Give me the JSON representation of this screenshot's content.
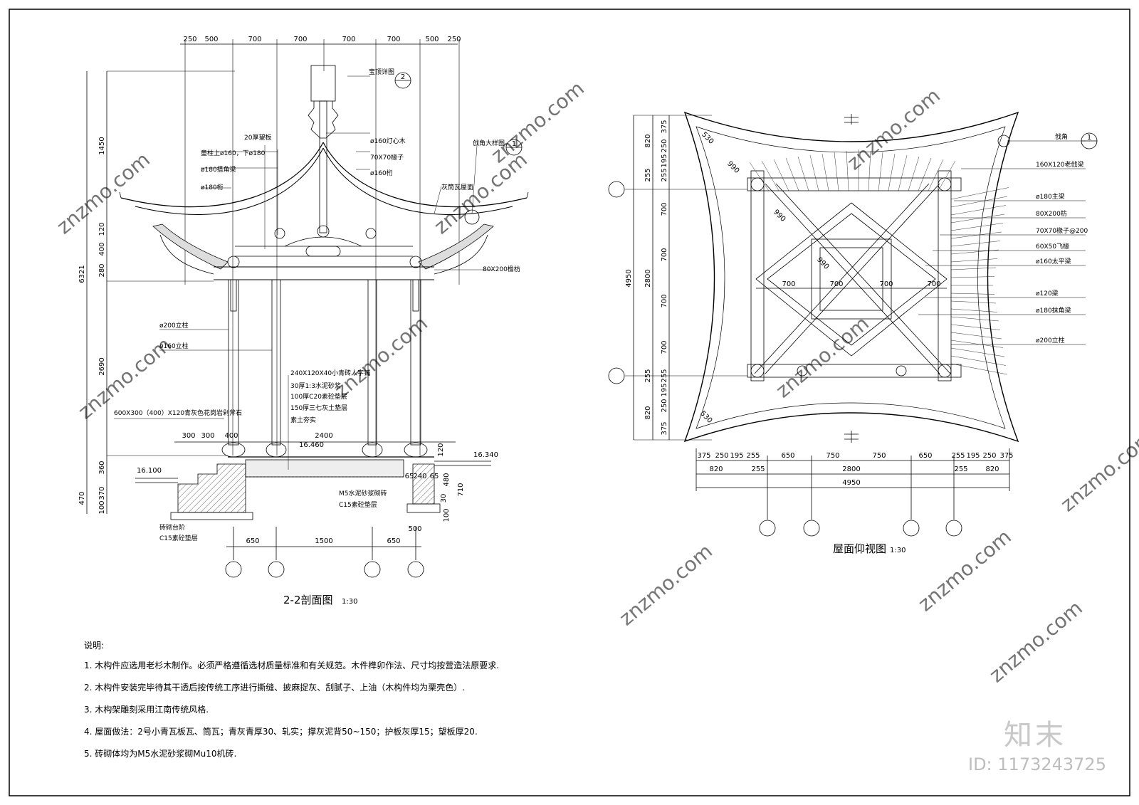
{
  "section": {
    "title": "2-2剖面图",
    "scale": "1:30",
    "top_dims": [
      "250",
      "500",
      "700",
      "700",
      "700",
      "700",
      "500",
      "250"
    ],
    "left_dims": [
      "1450",
      "6321",
      "120",
      "400",
      "280",
      "2690",
      "360",
      "470",
      "370",
      "100"
    ],
    "bottom_dims": [
      "650",
      "1500",
      "650"
    ],
    "plinth_dims": [
      "300",
      "300",
      "400",
      "2400"
    ],
    "right_dims": [
      "120",
      "480",
      "710",
      "30",
      "100",
      "500",
      "65",
      "240",
      "65"
    ],
    "elevations": [
      "16.460",
      "16.340",
      "16.100"
    ],
    "labels": [
      "宝顶详图",
      "20厚望板",
      "ø160灯心木",
      "童柱上ø160，下ø180",
      "70X70椽子",
      "ø180搭角梁",
      "ø160桁",
      "ø180桁",
      "戗角大样图",
      "灰筒瓦屋面",
      "80X200檐枋",
      "ø200立柱",
      "ø160立柱",
      "240X120X40小青砖人字铺",
      "30厚1:3水泥砂浆",
      "100厚C20素砼垫层",
      "150厚三七灰土垫层",
      "素土夯实",
      "600X300（400）X120青灰色花岗岩剁斧石",
      "M5水泥砂浆砌砖",
      "C15素砼垫层",
      "砖砌台阶",
      "C15素砼垫层"
    ],
    "callouts": [
      "2",
      "1"
    ]
  },
  "plan": {
    "title": "屋面仰视图",
    "scale": "1:30",
    "left_dims": [
      "375",
      "820",
      "250",
      "195",
      "255",
      "255",
      "700",
      "700",
      "2800",
      "700",
      "4950",
      "700",
      "255",
      "255",
      "195",
      "250",
      "820",
      "375"
    ],
    "bottom_row1": [
      "375",
      "250",
      "195",
      "255",
      "650",
      "750",
      "750",
      "650",
      "255",
      "195",
      "250",
      "375"
    ],
    "bottom_row2": [
      "820",
      "255",
      "2800",
      "255",
      "820"
    ],
    "bottom_total": "4950",
    "inner_dims": [
      "700",
      "700",
      "700",
      "700"
    ],
    "diag_dims": [
      "530",
      "990",
      "990",
      "990",
      "530"
    ],
    "labels": [
      "戗角",
      "160X120老戗梁",
      "ø180主梁",
      "80X200枋",
      "70X70椽子@200",
      "60X50飞椽",
      "ø160太平梁",
      "ø120梁",
      "ø180抹角梁",
      "ø200立柱"
    ],
    "callouts": [
      "1"
    ]
  },
  "notes": {
    "title": "说明:",
    "items": [
      "1. 木构件应选用老杉木制作。必须严格遵循选材质量标准和有关规范。木件榫卯作法、尺寸均按营造法原要求.",
      "2. 木构件安装完毕待其干透后按传统工序进行撕缝、披麻捉灰、刮腻子、上油（木构件均为栗壳色）.",
      "3. 木构架雕刻采用江南传统风格.",
      "4. 屋面做法：2号小青瓦板瓦、筒瓦；青灰青厚30、轧实；撑灰泥背50~150；护板灰厚15；望板厚20.",
      "5. 砖砌体均为M5水泥砂浆砌Mu10机砖."
    ]
  },
  "watermark": {
    "brand": "知末",
    "id": "ID: 1173243725",
    "site": "znzmo.com"
  }
}
